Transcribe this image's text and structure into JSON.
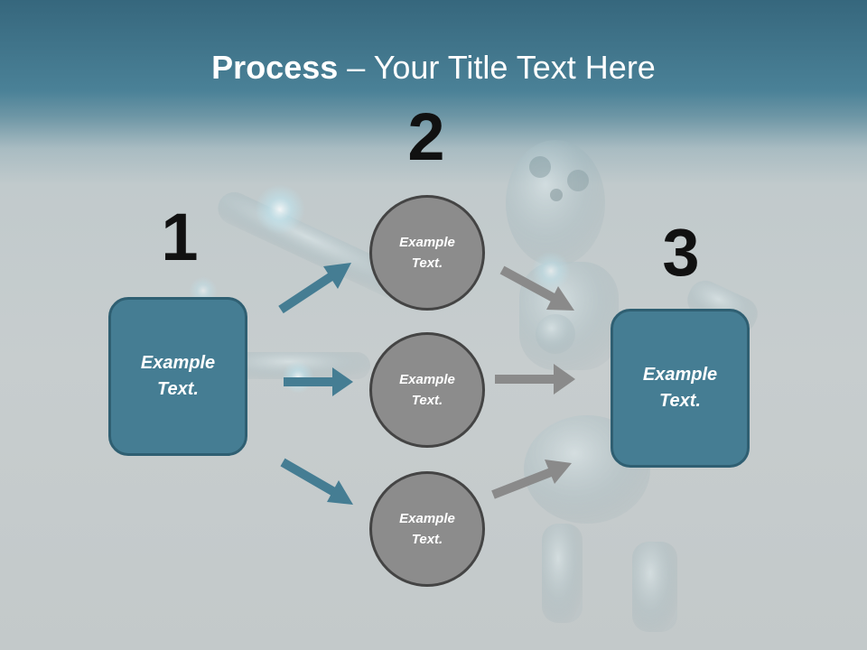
{
  "title": {
    "bold": "Process",
    "rest": " – Your Title Text Here"
  },
  "steps": {
    "n1": "1",
    "n2": "2",
    "n3": "3"
  },
  "left_box": {
    "line1": "Example",
    "line2": "Text."
  },
  "right_box": {
    "line1": "Example",
    "line2": "Text."
  },
  "circles": [
    {
      "line1": "Example",
      "line2": "Text."
    },
    {
      "line1": "Example",
      "line2": "Text."
    },
    {
      "line1": "Example",
      "line2": "Text."
    }
  ],
  "colors": {
    "box_fill": "#457d93",
    "box_border": "#2f5f72",
    "circle_fill": "#8c8c8c",
    "arrow_teal": "#457d93",
    "arrow_gray": "#8a8a8a"
  }
}
